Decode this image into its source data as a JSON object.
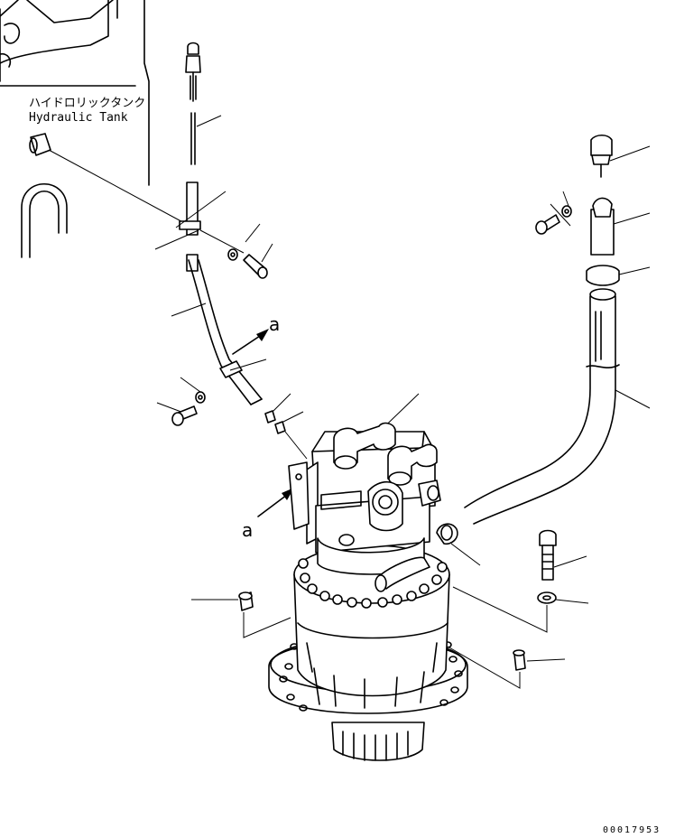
{
  "callouts": {
    "tank_label_jp": "ハイドロリックタンク",
    "tank_label_en": "Hydraulic Tank",
    "ref_letter_top": "a",
    "ref_letter_bottom": "a"
  },
  "drawing_number": "00017953",
  "colors": {
    "ink": "#000000",
    "paper": "#ffffff"
  }
}
